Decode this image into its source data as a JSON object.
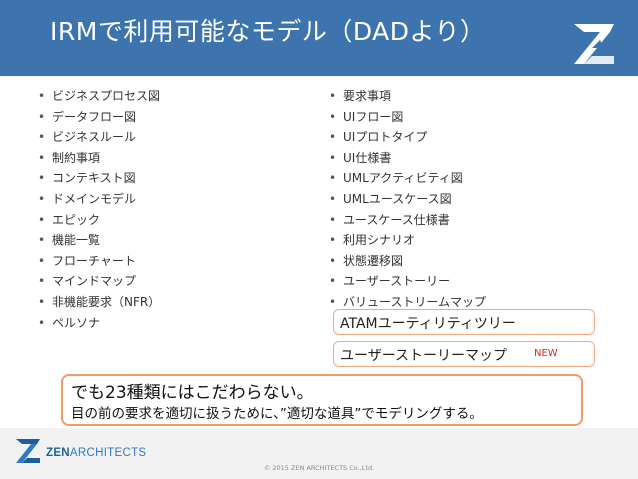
{
  "header": {
    "title": "IRMで利用可能なモデル（DADより）"
  },
  "left_items": [
    "ビジネスプロセス図",
    "データフロー図",
    "ビジネスルール",
    "制約事項",
    "コンテキスト図",
    "ドメインモデル",
    "エピック",
    "機能一覧",
    "フローチャート",
    "マインドマップ",
    "非機能要求（NFR）",
    "ペルソナ"
  ],
  "right_items": [
    "要求事項",
    "UIフロー図",
    "UIプロトタイプ",
    "UI仕様書",
    "UMLアクティビティ図",
    "UMLユースケース図",
    "ユースケース仕様書",
    "利用シナリオ",
    "状態遷移図",
    "ユーザーストーリー",
    "バリューストリームマップ"
  ],
  "callouts": {
    "atam": "ATAMユーティリティツリー",
    "usm": "ユーザーストーリーマップ",
    "usm_badge": "NEW"
  },
  "message": {
    "line1": "でも23種類にはこだわらない。",
    "line2": "目の前の要求を適切に扱うために、”適切な道具”でモデリングする。"
  },
  "footer": {
    "brand_zen": "ZEN",
    "brand_rest": "ARCHITECTS",
    "copyright": "© 2015 ZEN ARCHITECTS Co.,Ltd."
  },
  "colors": {
    "header_bg": "#3d74ad",
    "callout_border": "#f2a97c",
    "new_badge": "#e0261b",
    "brand_blue": "#2e7bc4"
  }
}
